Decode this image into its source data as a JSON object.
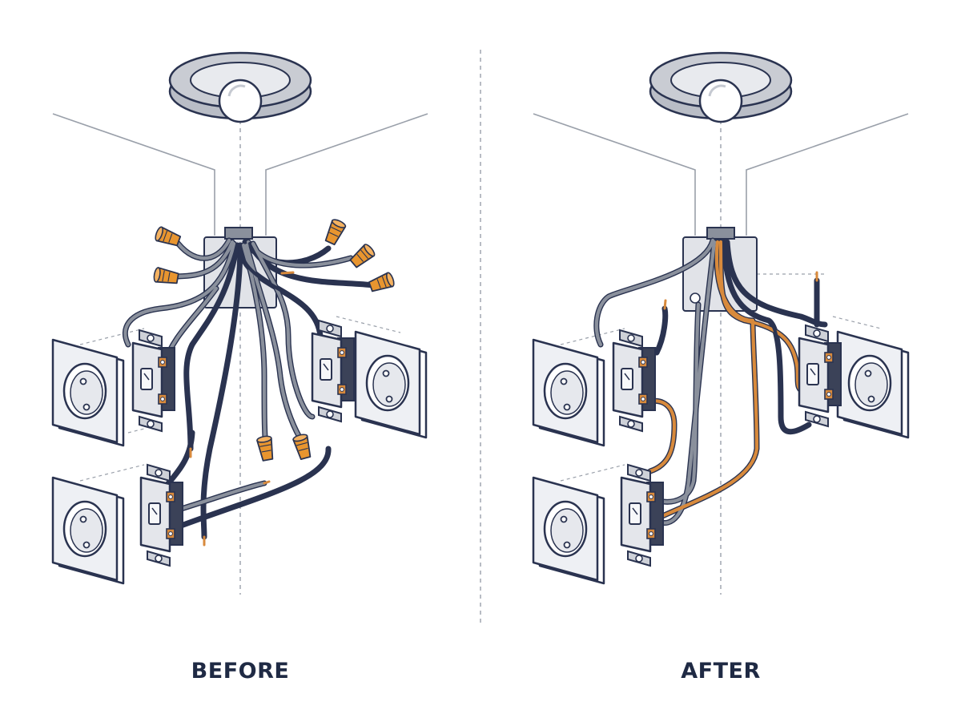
{
  "panels": [
    {
      "id": "before",
      "label": "BEFORE"
    },
    {
      "id": "after",
      "label": "AFTER"
    }
  ],
  "colors": {
    "outline": "#2a3350",
    "wire_navy": "#2a3350",
    "wire_gray": "#8a909c",
    "wire_copper": "#d88a3c",
    "connector_orange": "#e8952f",
    "plate_fill": "#eef0f4",
    "box_fill": "#e1e3e8",
    "guide_line": "#9aa0aa",
    "caption_text": "#1f2a44"
  },
  "icons": {
    "fixture": "ceiling-light-icon",
    "outlet": "wall-outlet-icon",
    "switch": "toggle-switch-icon",
    "connector": "wire-nut-icon"
  }
}
